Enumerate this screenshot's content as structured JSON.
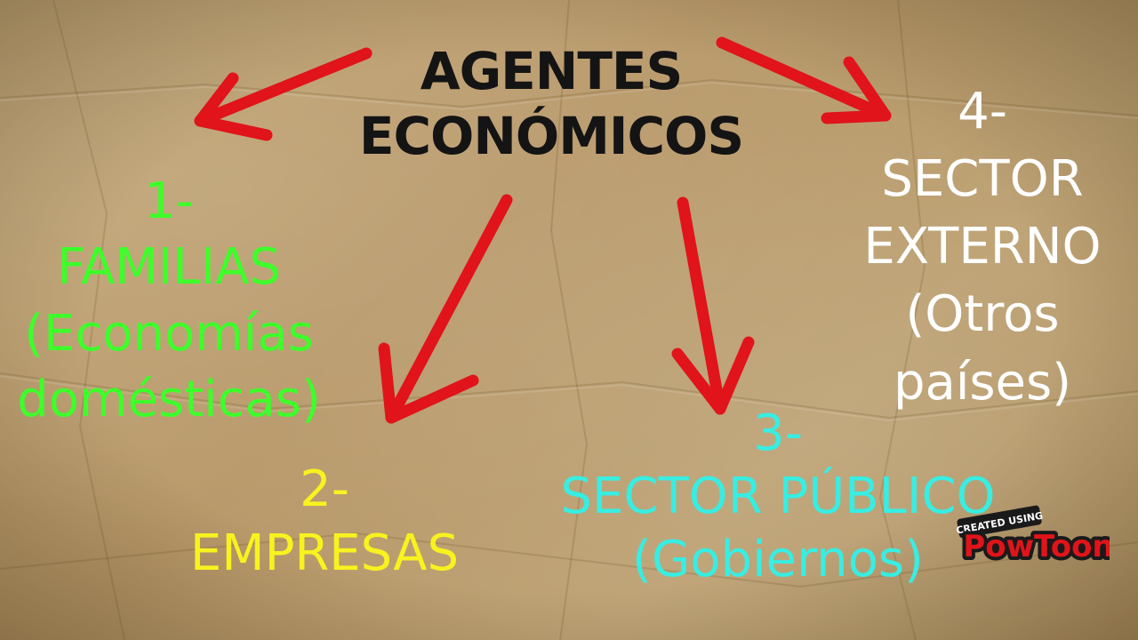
{
  "title": {
    "line1": "AGENTES",
    "line2": "ECONÓMICOS"
  },
  "agents": [
    {
      "number": "1-",
      "name": "FAMILIAS",
      "detail_line1": "(Economías",
      "detail_line2": "domésticas)",
      "color": "#3dff2a"
    },
    {
      "number": "2-",
      "name": "EMPRESAS",
      "color": "#f8f21f"
    },
    {
      "number": "3-",
      "name": "SECTOR PÚBLICO",
      "detail": "(Gobiernos)",
      "color": "#38ede2"
    },
    {
      "number": "4-",
      "name_line1": "SECTOR",
      "name_line2": "EXTERNO",
      "detail_line1": "(Otros",
      "detail_line2": "países)",
      "color": "#ffffff"
    }
  ],
  "arrow_color": "#e0141a",
  "watermark": {
    "top": "CREATED USING",
    "brand": "PowToon"
  }
}
